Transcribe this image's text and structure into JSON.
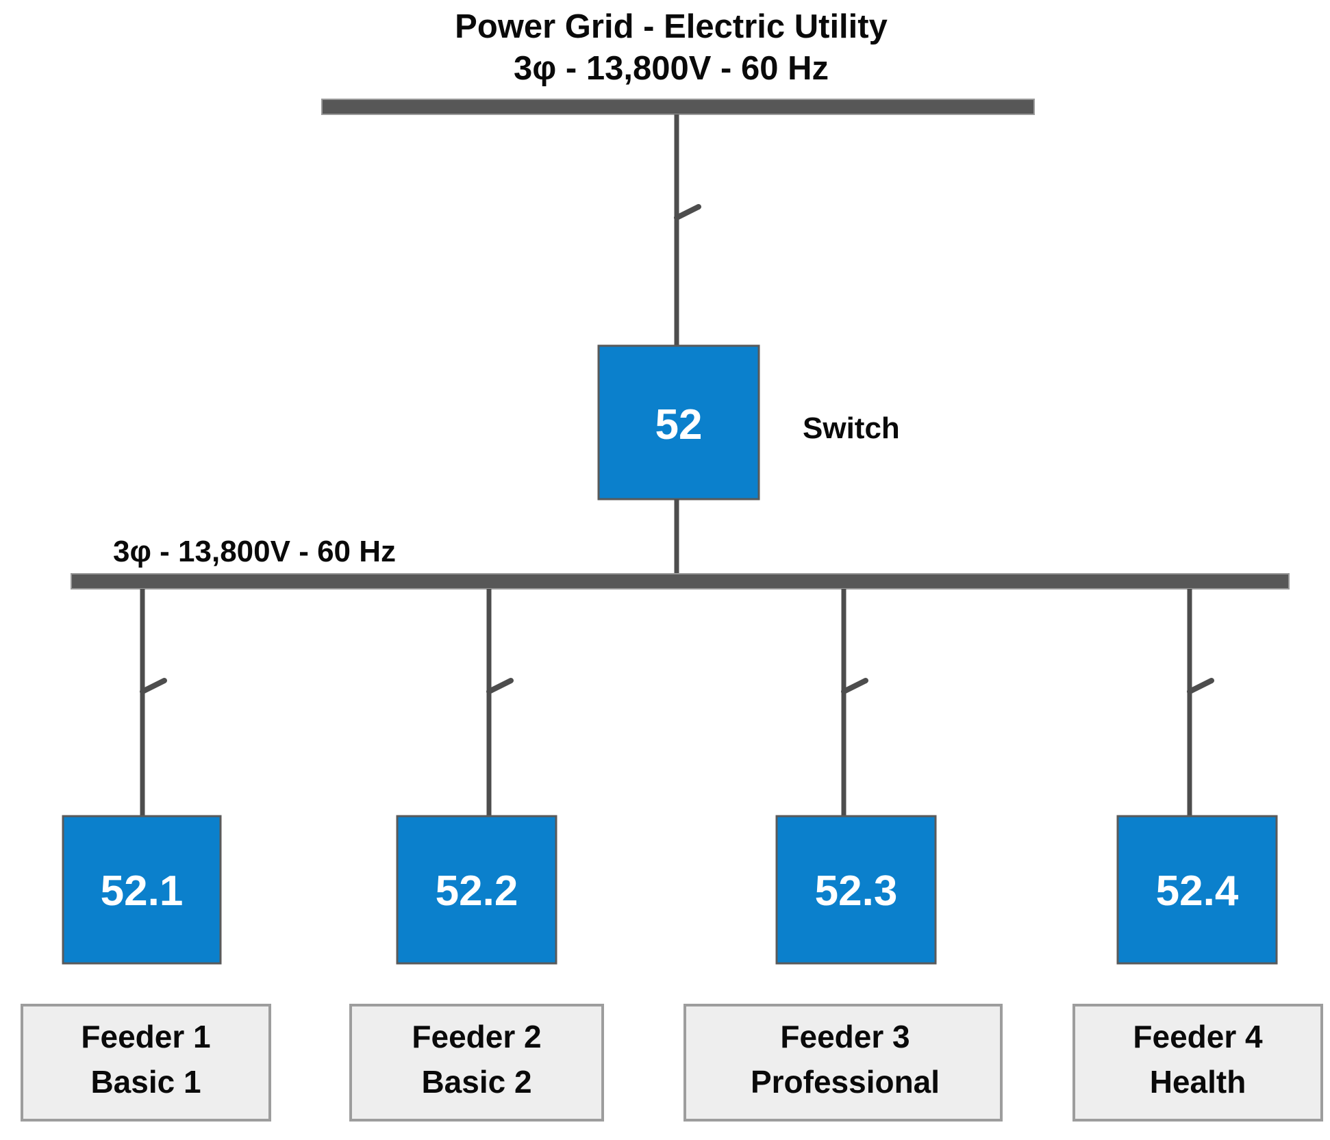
{
  "diagram": {
    "title_line1": "Power Grid - Electric Utility",
    "title_line2": "3φ - 13,800V - 60 Hz",
    "main_breaker": {
      "label": "52",
      "annotation": "Switch"
    },
    "secondary_bus_label": "3φ - 13,800V - 60 Hz",
    "colors": {
      "breaker_fill": "#0b80cc",
      "breaker_text": "#ffffff",
      "bus": "#575757",
      "line": "#4d4d4d",
      "feeder_box_fill": "#eeeeee",
      "feeder_box_border": "#9d9d9d",
      "text": "#0a0a0a",
      "background": "#ffffff"
    },
    "feeders": [
      {
        "breaker_label": "52.1",
        "name_line1": "Feeder 1",
        "name_line2": "Basic 1"
      },
      {
        "breaker_label": "52.2",
        "name_line1": "Feeder 2",
        "name_line2": "Basic 2"
      },
      {
        "breaker_label": "52.3",
        "name_line1": "Feeder 3",
        "name_line2": "Professional"
      },
      {
        "breaker_label": "52.4",
        "name_line1": "Feeder 4",
        "name_line2": "Health"
      }
    ]
  }
}
